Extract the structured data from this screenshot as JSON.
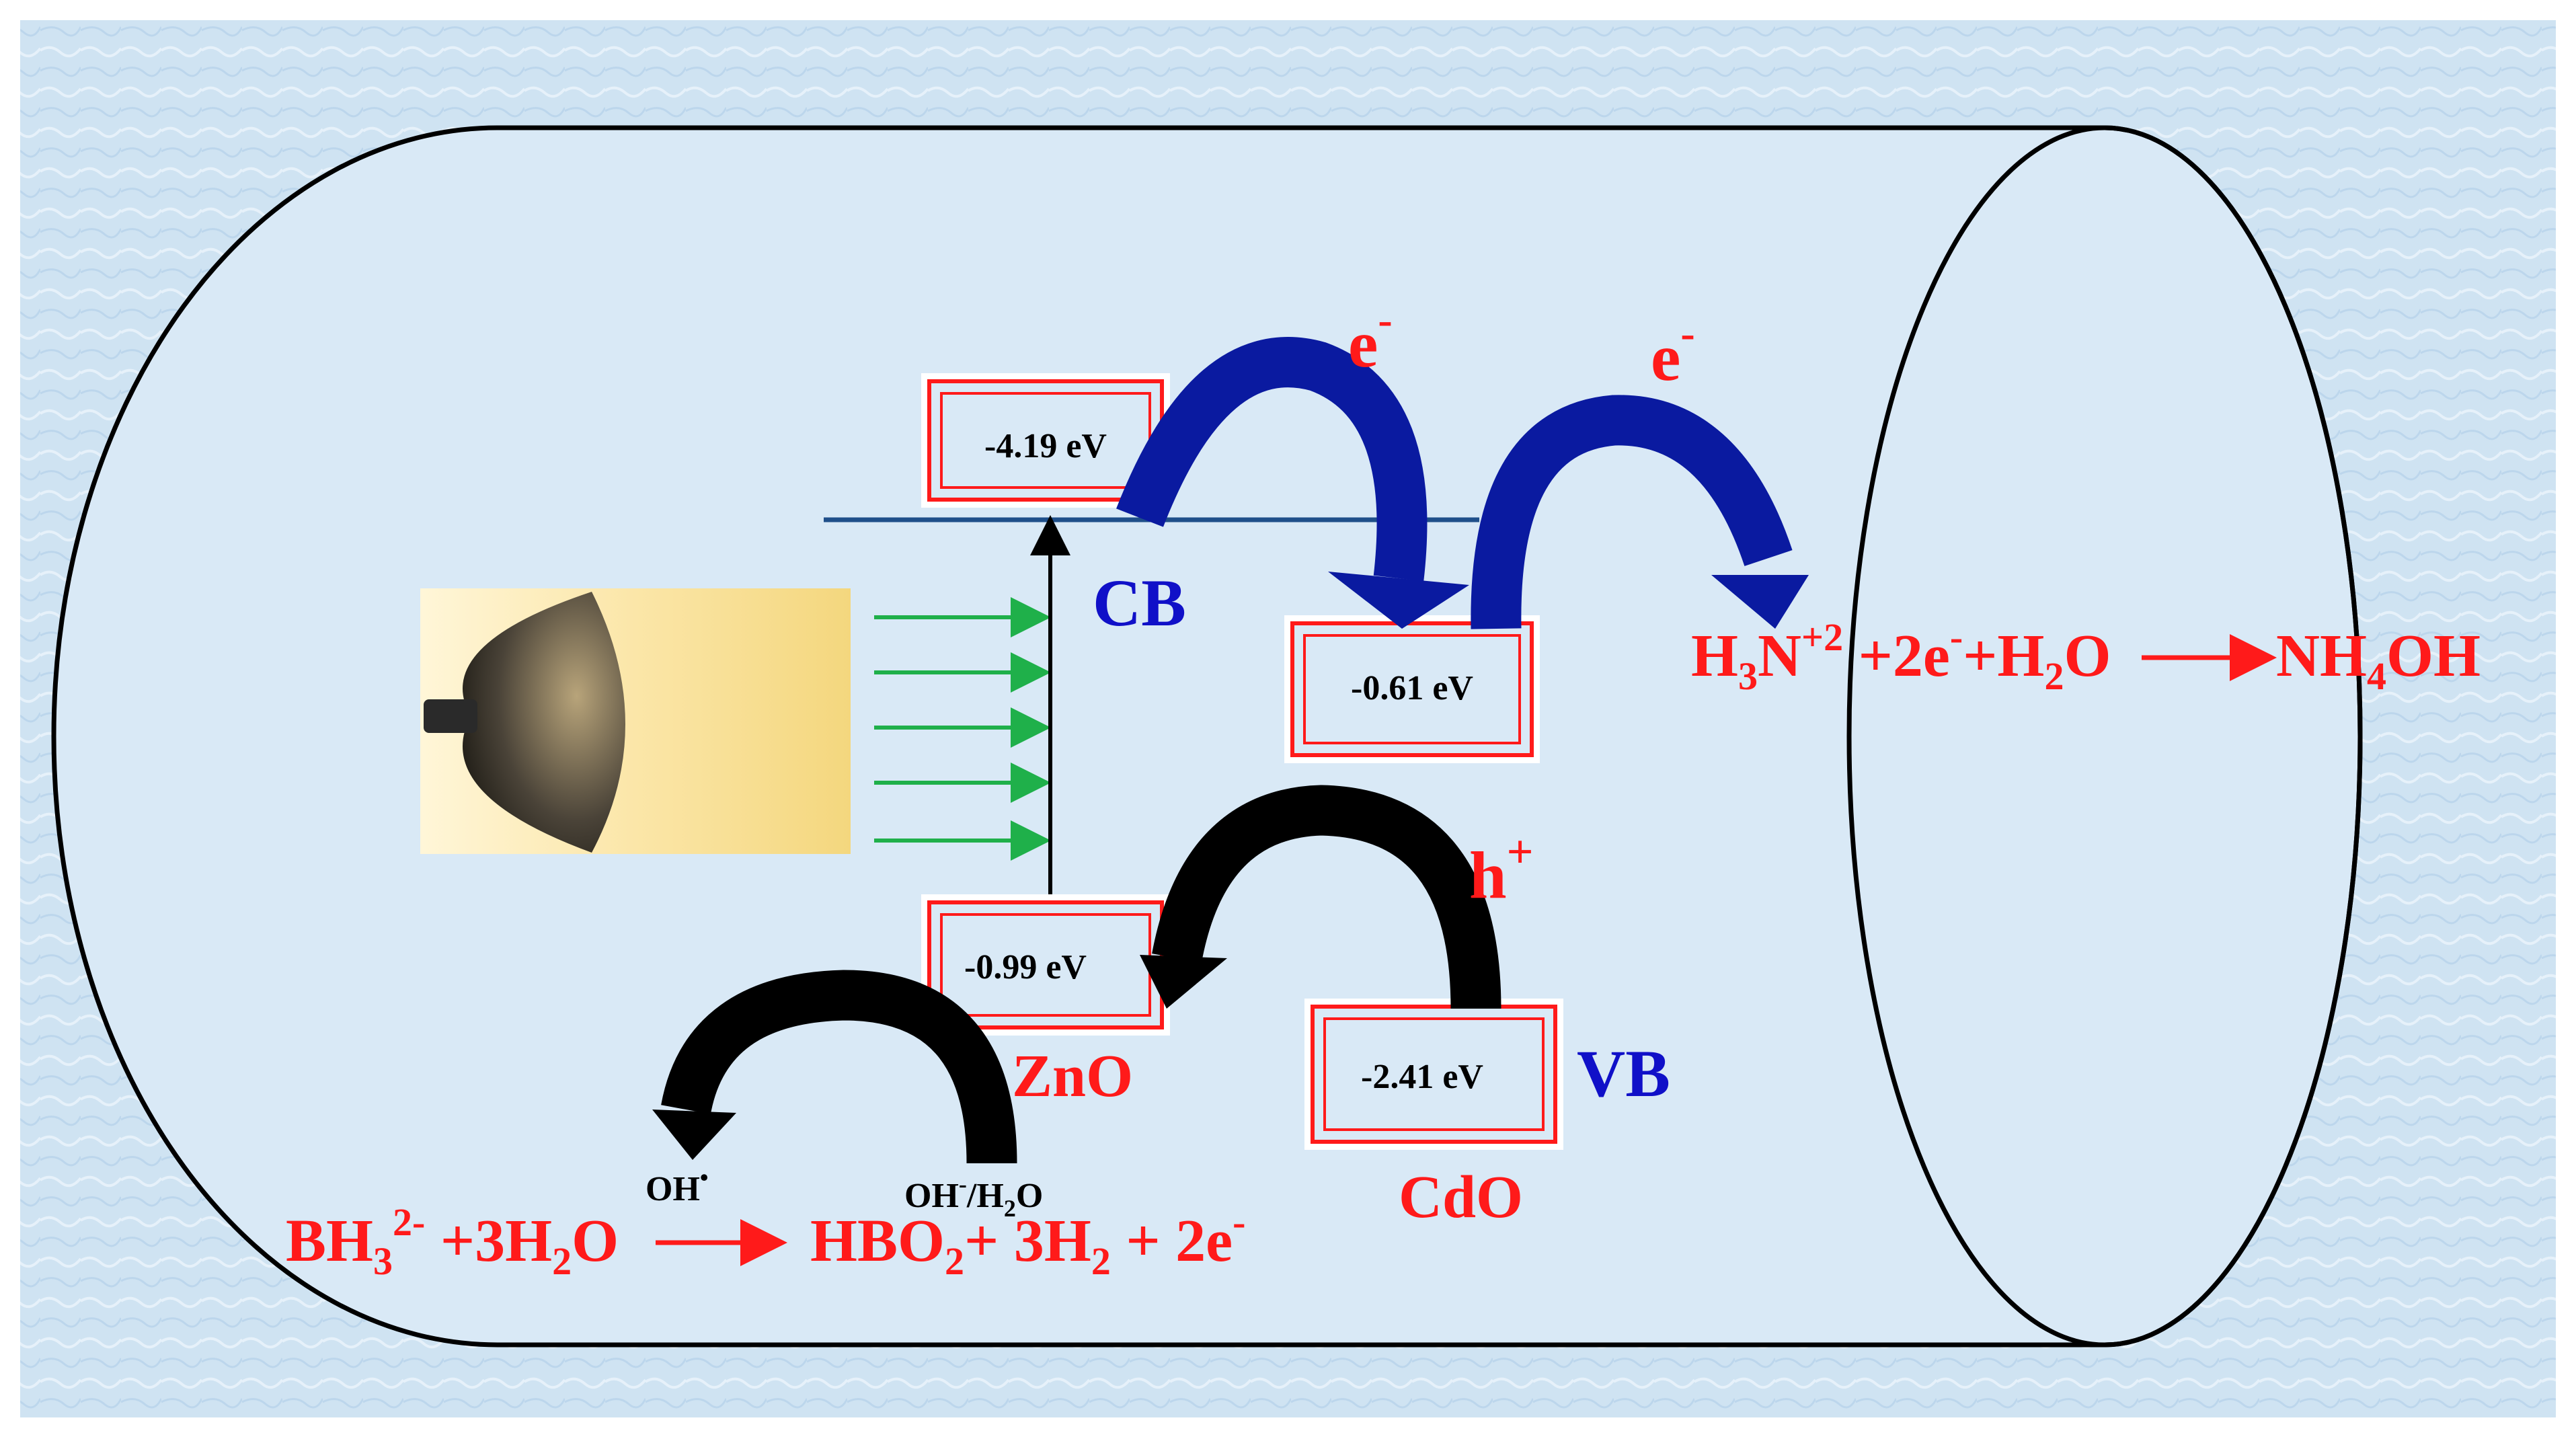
{
  "colors": {
    "frame": "#cfe3f2",
    "cylinder_fill": "#d9e9f6",
    "red": "#ff1a1a",
    "blue": "#1010c8",
    "dark_blue_arrow": "#0a1aa0",
    "black": "#000000",
    "green": "#1fb04a",
    "baseline": "#1f4f8a"
  },
  "levels": {
    "zno_cb": "-4.19 eV",
    "cdo_cb": "-0.61 eV",
    "zno_vb": "-0.99 eV",
    "cdo_vb": "-2.41 eV"
  },
  "labels": {
    "cb": "CB",
    "vb": "VB",
    "zno": "ZnO",
    "cdo": "CdO",
    "electron": "e",
    "electron_sup": "-",
    "electron2": "e",
    "electron2_sup": "-",
    "hole": "h",
    "hole_sup": "+"
  },
  "species": {
    "oh_radical": "OH",
    "oh_radical_sup": "•",
    "oh_h2o_a": "OH",
    "oh_h2o_sup": "-",
    "oh_h2o_b": "/H",
    "oh_h2o_sub": "2",
    "oh_h2o_c": "O"
  },
  "reaction_ammonia": {
    "h": "H",
    "sub3": "3",
    "n": "N",
    "sup_plus2": "+2",
    "mid": " +2e",
    "sup_minus": "-",
    "plus_h": "+H",
    "sub2": "2",
    "o": "O",
    "product_nh": "NH",
    "product_sub4": "4",
    "product_oh": "OH"
  },
  "reaction_borane": {
    "bh": "BH",
    "sub3": "3",
    "sup2minus": "2-",
    "plus3h": " +3H",
    "sub2a": "2",
    "o": "O",
    "hbo": "HBO",
    "sub2b": "2",
    "plus3h2": "+ 3H",
    "sub2c": "2",
    "plus2e": " + 2e",
    "sup_minus": "-"
  }
}
